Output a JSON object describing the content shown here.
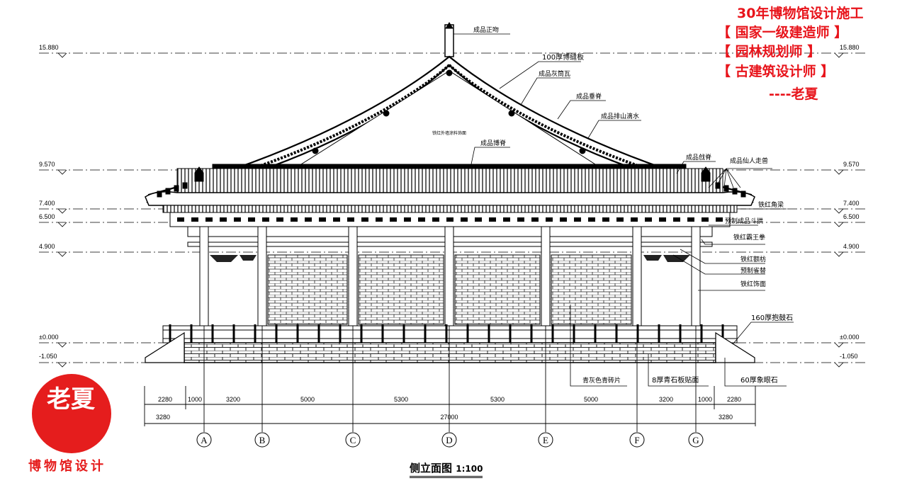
{
  "watermark": {
    "lines": [
      "30年博物馆设计施工",
      "【 国家一级建造师 】",
      "【 园林规划师 】",
      "【 古建筑设计师 】",
      "----老夏"
    ]
  },
  "logo": {
    "main": "老夏",
    "sub": "博物馆设计"
  },
  "drawing_title": {
    "name": "侧立面图",
    "scale": "1:100"
  },
  "levels": [
    "15.880",
    "9.570",
    "7.400",
    "6.500",
    "4.900",
    "±0.000",
    "-1.050"
  ],
  "annotations": {
    "ridge_ornament": "成品正吻",
    "gable_board": "100厚博缝板",
    "tile": "成品灰筒瓦",
    "hip_ridge": "成品垂脊",
    "eave_tile": "成品排山滴水",
    "gable_wall": "铁红外墙涂料饰面",
    "side_ridge": "成品博脊",
    "corner_ridge": "成品戗脊",
    "beasts": "成品仙人走兽",
    "corner_beam": "铁红角梁",
    "bracket": "预制成品斗拱",
    "beam_end": "铁红霸王拳",
    "lintel": "铁红额枋",
    "sparrow_brace": "预制雀替",
    "finish": "铁红饰面",
    "drum_stone": "160厚抱鼓石",
    "brick": "青灰色青砖片",
    "stone_facing": "8厚青石板贴面",
    "step_stone": "60厚象眼石"
  },
  "dimensions": {
    "row1": [
      "2280",
      "1000",
      "3200",
      "5000",
      "5300",
      "5300",
      "5000",
      "3200",
      "1000",
      "2280"
    ],
    "row2": [
      "3280",
      "27000",
      "3280"
    ]
  },
  "axes": [
    "A",
    "B",
    "C",
    "D",
    "E",
    "F",
    "G"
  ]
}
